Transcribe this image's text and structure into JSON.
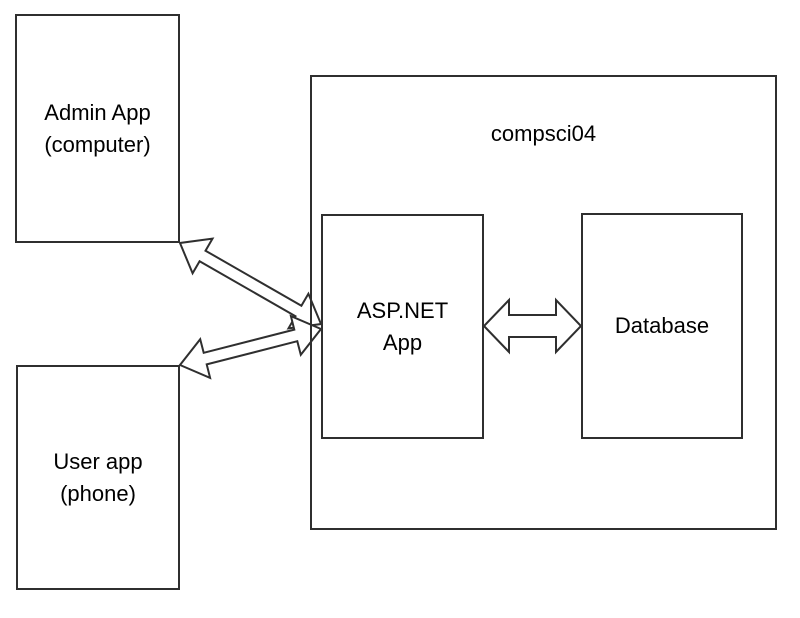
{
  "diagram": {
    "background_color": "#ffffff",
    "stroke_color": "#2f2f2f",
    "text_color": "#000000",
    "nodes": {
      "admin_app": {
        "label": "Admin App\n(computer)"
      },
      "user_app": {
        "label": "User app\n(phone)"
      },
      "server_group": {
        "label": "compsci04"
      },
      "aspnet_app": {
        "label": "ASP.NET\nApp"
      },
      "database": {
        "label": "Database"
      }
    },
    "connections": [
      {
        "from": "Admin App (computer)",
        "to": "ASP.NET App",
        "bidirectional": true
      },
      {
        "from": "User app (phone)",
        "to": "ASP.NET App",
        "bidirectional": true
      },
      {
        "from": "ASP.NET App",
        "to": "Database",
        "bidirectional": true
      }
    ]
  }
}
